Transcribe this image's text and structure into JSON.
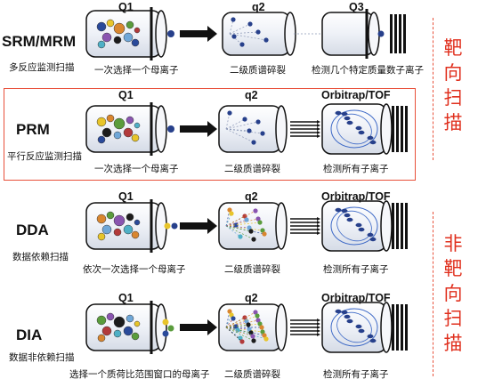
{
  "colors": {
    "accent_red": "#e0301e",
    "box_border": "#e8503a",
    "dark_blue": "#27408b",
    "ink": "#111111"
  },
  "rows": [
    {
      "method": "SRM/MRM",
      "subtitle": "多反应监测扫描",
      "stages": [
        {
          "title": "Q1",
          "caption": "一次选择一个母离子"
        },
        {
          "title": "q2",
          "caption": "二级质谱碎裂"
        },
        {
          "title": "Q3",
          "caption": "检测几个特定质量数子离子"
        }
      ]
    },
    {
      "method": "PRM",
      "subtitle": "平行反应监测扫描",
      "stages": [
        {
          "title": "Q1",
          "caption": "一次选择一个母离子"
        },
        {
          "title": "q2",
          "caption": "二级质谱碎裂"
        },
        {
          "title": "Orbitrap/TOF",
          "caption": "检测所有子离子"
        }
      ]
    },
    {
      "method": "DDA",
      "subtitle": "数据依赖扫描",
      "stages": [
        {
          "title": "Q1",
          "caption": "依次一次选择一个母离子"
        },
        {
          "title": "q2",
          "caption": "二级质谱碎裂"
        },
        {
          "title": "Orbitrap/TOF",
          "caption": "检测所有子离子"
        }
      ]
    },
    {
      "method": "DIA",
      "subtitle": "数据非依赖扫描",
      "stages": [
        {
          "title": "Q1",
          "caption": "选择一个质荷比范围窗口的母离子"
        },
        {
          "title": "q2",
          "caption": "二级质谱碎裂"
        },
        {
          "title": "Orbitrap/TOF",
          "caption": "检测所有子离子"
        }
      ]
    }
  ],
  "side_labels": {
    "targeted": "靶向扫描",
    "untargeted": "非靶向扫描"
  }
}
